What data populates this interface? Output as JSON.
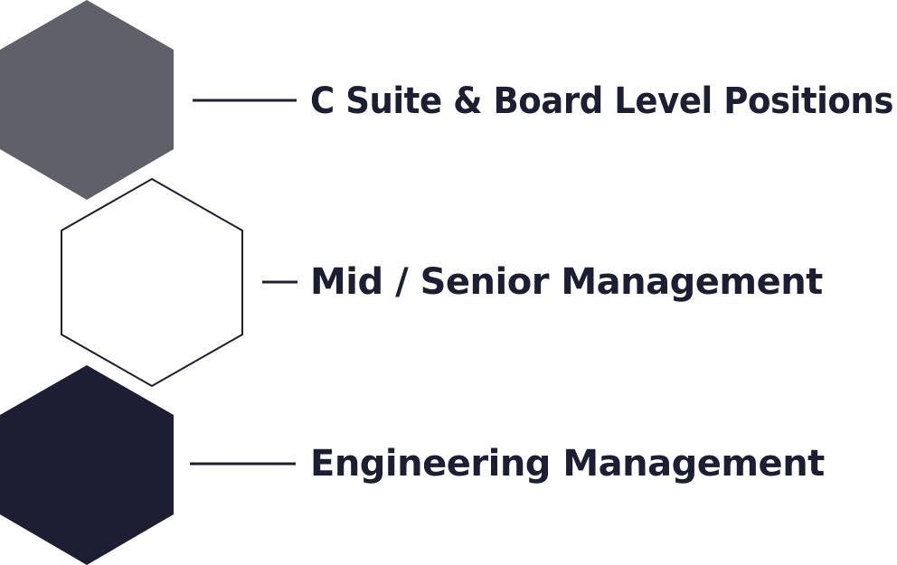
{
  "diagram": {
    "levels": [
      {
        "label": "C Suite & Board Level Positions",
        "fill": "#5f6069",
        "stroke": "#5f6069",
        "style": "filled"
      },
      {
        "label": "Mid / Senior Management",
        "fill": "#ffffff",
        "stroke": "#1c1f33",
        "style": "outline"
      },
      {
        "label": "Engineering Management",
        "fill": "#1c1f33",
        "stroke": "#1c1f33",
        "style": "filled"
      }
    ],
    "text_color": "#1c1f33",
    "connector_color": "#1c1f33"
  }
}
